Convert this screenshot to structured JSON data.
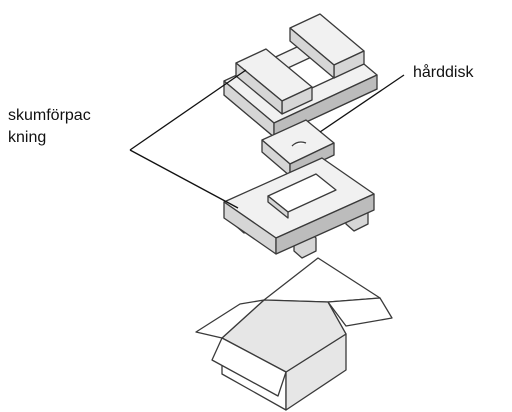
{
  "labels": {
    "foam_line1": "skumförpac",
    "foam_line2": "kning",
    "hard_drive": "hårddisk"
  },
  "colors": {
    "outline": "#3a3a3a",
    "foam_top": "#f1f1f1",
    "foam_side": "#d6d6d6",
    "foam_dark": "#bcbcbc",
    "box_face": "#ffffff",
    "box_shade": "#e6e6e6",
    "leader_line": "#111111"
  },
  "icons": [
    "foam-packing-top",
    "hard-drive",
    "foam-packing-bottom",
    "shipping-box"
  ]
}
